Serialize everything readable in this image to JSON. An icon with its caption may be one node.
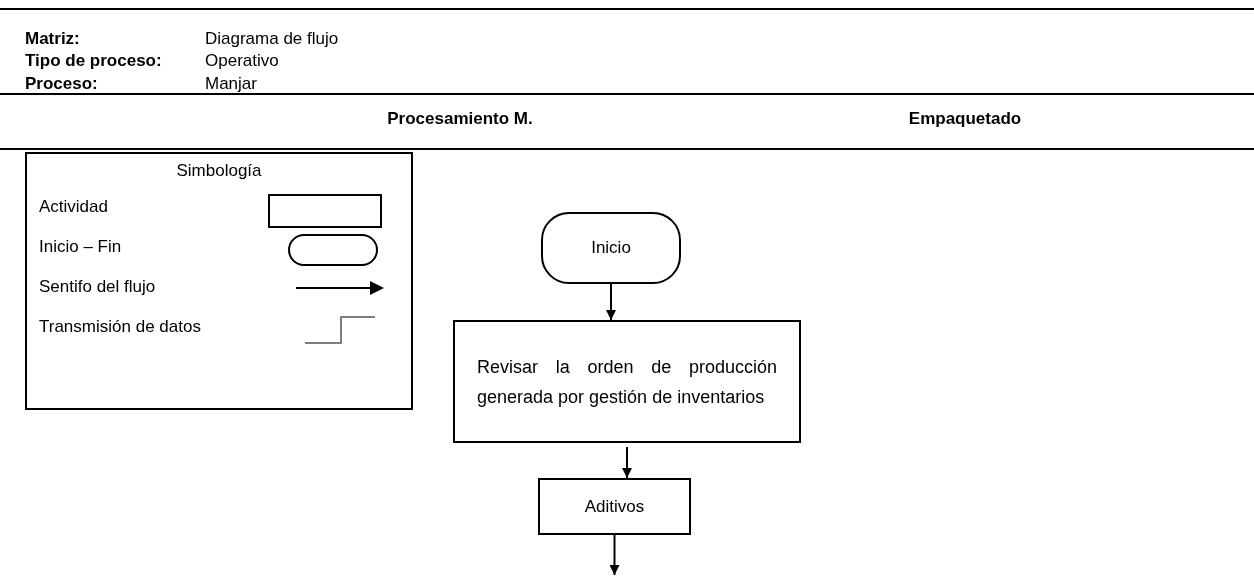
{
  "diagram": {
    "nodes": [
      {
        "text": [
          "Inicio"
        ]
      },
      {
        "text": [
          "Revisar la orden de producción generada por gestión de inventarios"
        ]
      },
      {
        "text": [
          "Aditivos"
        ]
      }
    ],
    "edges": [
      {
        "from": 0,
        "to": 1,
        "arrow": "to"
      },
      {
        "from": 1,
        "to": 2,
        "arrow": "to"
      },
      {
        "from": 2,
        "to": null,
        "arrow": "to"
      }
    ],
    "labels": [
      "Matriz:",
      "Diagrama de flujo",
      "Tipo de proceso:",
      "Operativo",
      "Proceso:",
      "Manjar",
      "Procesamiento M.",
      "Empaquetado",
      "Simbología"
    ],
    "legend": [
      {
        "text": "Actividad"
      },
      {
        "text": "Inicio – Fin"
      },
      {
        "text": "Sentifo del flujo"
      },
      {
        "text": "Transmisión de datos"
      }
    ]
  }
}
